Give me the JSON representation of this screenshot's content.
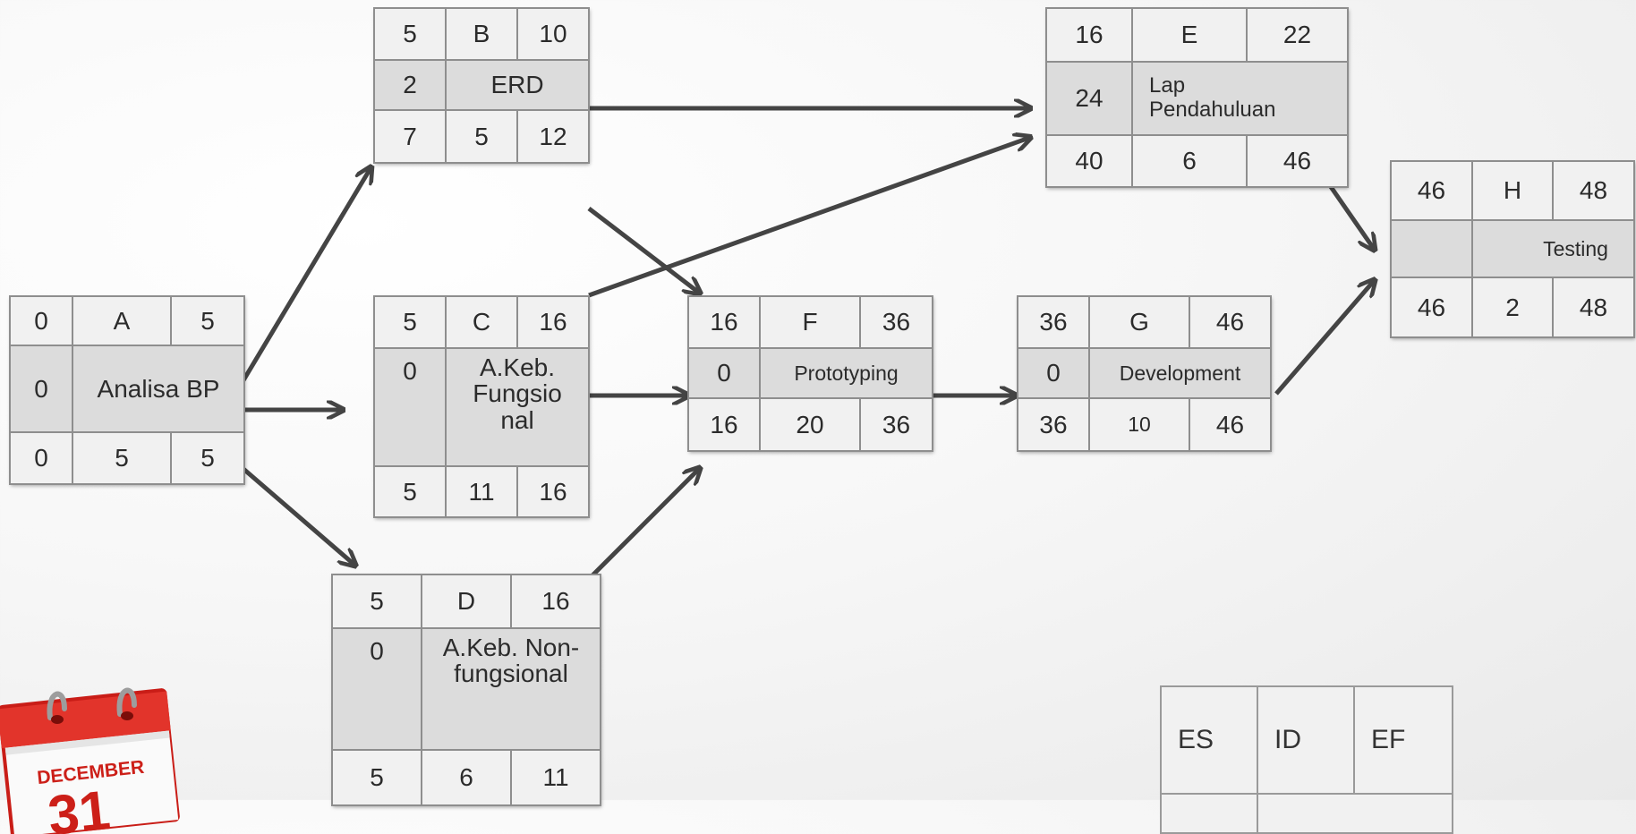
{
  "nodes": {
    "A": {
      "es": "0",
      "id": "A",
      "ef": "5",
      "slack": "0",
      "desc": "Analisa BP",
      "ls": "0",
      "dur": "5",
      "lf": "5"
    },
    "B": {
      "es": "5",
      "id": "B",
      "ef": "10",
      "slack": "2",
      "desc": "ERD",
      "ls": "7",
      "dur": "5",
      "lf": "12"
    },
    "C": {
      "es": "5",
      "id": "C",
      "ef": "16",
      "slack": "0",
      "desc": "A.Keb. Fungsio nal",
      "ls": "5",
      "dur": "11",
      "lf": "16"
    },
    "D": {
      "es": "5",
      "id": "D",
      "ef": "16",
      "slack": "0",
      "desc": "A.Keb. Non- fungsional",
      "ls": "5",
      "dur": "6",
      "lf": "11"
    },
    "E": {
      "es": "16",
      "id": "E",
      "ef": "22",
      "slack": "24",
      "desc": "Lap Pendahuluan",
      "ls": "40",
      "dur": "6",
      "lf": "46"
    },
    "F": {
      "es": "16",
      "id": "F",
      "ef": "36",
      "slack": "0",
      "desc": "Prototyping",
      "ls": "16",
      "dur": "20",
      "lf": "36"
    },
    "G": {
      "es": "36",
      "id": "G",
      "ef": "46",
      "slack": "0",
      "desc": "Development",
      "ls": "36",
      "dur": "10",
      "lf": "46"
    },
    "H": {
      "es": "46",
      "id": "H",
      "ef": "48",
      "slack": "",
      "desc": "Testing",
      "ls": "46",
      "dur": "2",
      "lf": "48"
    }
  },
  "legend": {
    "es": "ES",
    "id": "ID",
    "ef": "EF"
  },
  "calendar": {
    "month": "DECEMBER",
    "day": "31"
  },
  "colors": {
    "arrow": "#444444",
    "cell_border": "#8e8e8e",
    "cell_light": "#f1f1f1",
    "cell_mid": "#dcdcdc",
    "calendar_red": "#d9231c"
  }
}
